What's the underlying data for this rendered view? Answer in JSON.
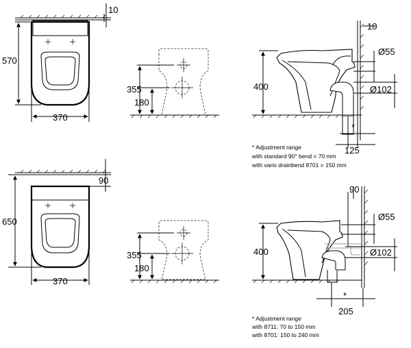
{
  "top": {
    "plan": {
      "width": "370",
      "depth": "570",
      "gap": "10"
    },
    "front": {
      "inlet_height": "355",
      "outlet_height": "180"
    },
    "side": {
      "height": "400",
      "gap": "10",
      "inlet_dia": "Ø55",
      "outlet_dia": "Ø102",
      "outlet_offset": "125",
      "asterisk": "*",
      "notes": [
        "* Adjustment range",
        "with standard 90° bend = 70 mm",
        "with vario drainbend 8701 = 150 mm"
      ]
    }
  },
  "bottom": {
    "plan": {
      "width": "370",
      "depth": "650",
      "gap": "90"
    },
    "front": {
      "inlet_height": "355",
      "outlet_height": "180"
    },
    "side": {
      "height": "400",
      "gap": "90",
      "inlet_dia": "Ø55",
      "outlet_dia": "Ø102",
      "outlet_offset": "205",
      "asterisk": "*",
      "notes": [
        "* Adjustment range",
        "with 8711: 70 to 150 mm",
        "with 8701: 150 to 240 mm"
      ]
    }
  }
}
